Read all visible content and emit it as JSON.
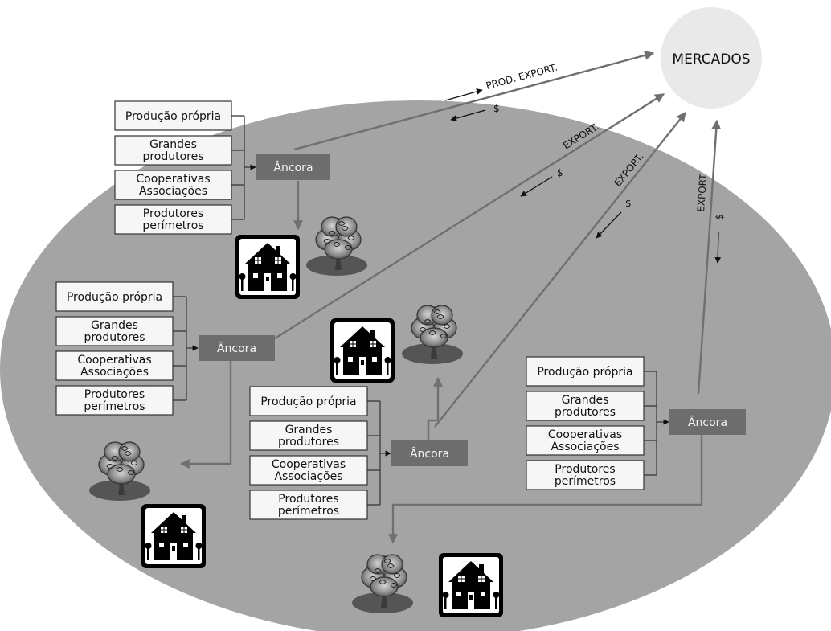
{
  "market": {
    "label": "MERCADOS"
  },
  "anchor_label": "Âncora",
  "clusters": [
    {
      "id": "c1",
      "sources": [
        [
          "Produção própria"
        ],
        [
          "Grandes",
          "produtores"
        ],
        [
          "Cooperativas",
          "Associações"
        ],
        [
          "Produtores",
          "perímetros"
        ]
      ]
    },
    {
      "id": "c2",
      "sources": [
        [
          "Produção própria"
        ],
        [
          "Grandes",
          "produtores"
        ],
        [
          "Cooperativas",
          "Associações"
        ],
        [
          "Produtores",
          "perímetros"
        ]
      ]
    },
    {
      "id": "c3",
      "sources": [
        [
          "Produção própria"
        ],
        [
          "Grandes",
          "produtores"
        ],
        [
          "Cooperativas",
          "Associações"
        ],
        [
          "Produtores",
          "perímetros"
        ]
      ]
    },
    {
      "id": "c4",
      "sources": [
        [
          "Produção própria"
        ],
        [
          "Grandes",
          "produtores"
        ],
        [
          "Cooperativas",
          "Associações"
        ],
        [
          "Produtores",
          "perímetros"
        ]
      ]
    }
  ],
  "flows": {
    "prod_export": "PROD. EXPORT.",
    "export": "EXPORT.",
    "payment": "$"
  },
  "colors": {
    "background_ellipse": "#a4a4a4",
    "market_circle": "#e9e9e9",
    "anchor_box": "#6d6d6d",
    "flow_line": "#707070",
    "source_box": "#f6f6f6"
  },
  "icons": [
    "house-icon",
    "tree-icon"
  ]
}
